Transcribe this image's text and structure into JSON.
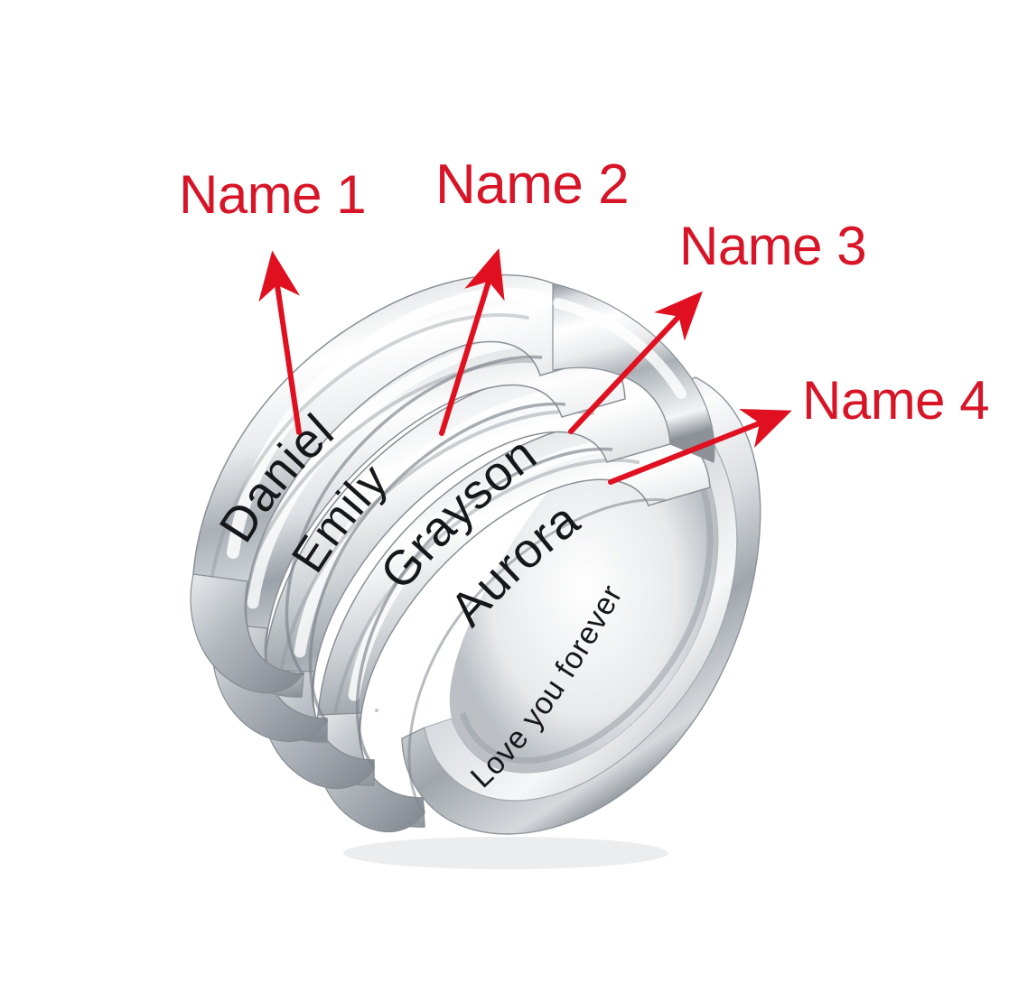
{
  "product": {
    "type": "image",
    "subject": "personalized-stackable-name-ring",
    "background_color": "#ffffff",
    "metal_color": "#c9ccd1",
    "engraving_color": "#111111",
    "annotation_color": "#d81427"
  },
  "callouts": [
    {
      "id": "name-1",
      "label": "Name 1",
      "points_to": "Daniel"
    },
    {
      "id": "name-2",
      "label": "Name 2",
      "points_to": "Emily"
    },
    {
      "id": "name-3",
      "label": "Name 3",
      "points_to": "Grayson"
    },
    {
      "id": "name-4",
      "label": "Name 4",
      "points_to": "Aurora"
    }
  ],
  "engravings": {
    "band_1": "Daniel",
    "band_2": "Emily",
    "band_3": "Grayson",
    "band_4": "Aurora",
    "inner_band": "Love you forever"
  }
}
